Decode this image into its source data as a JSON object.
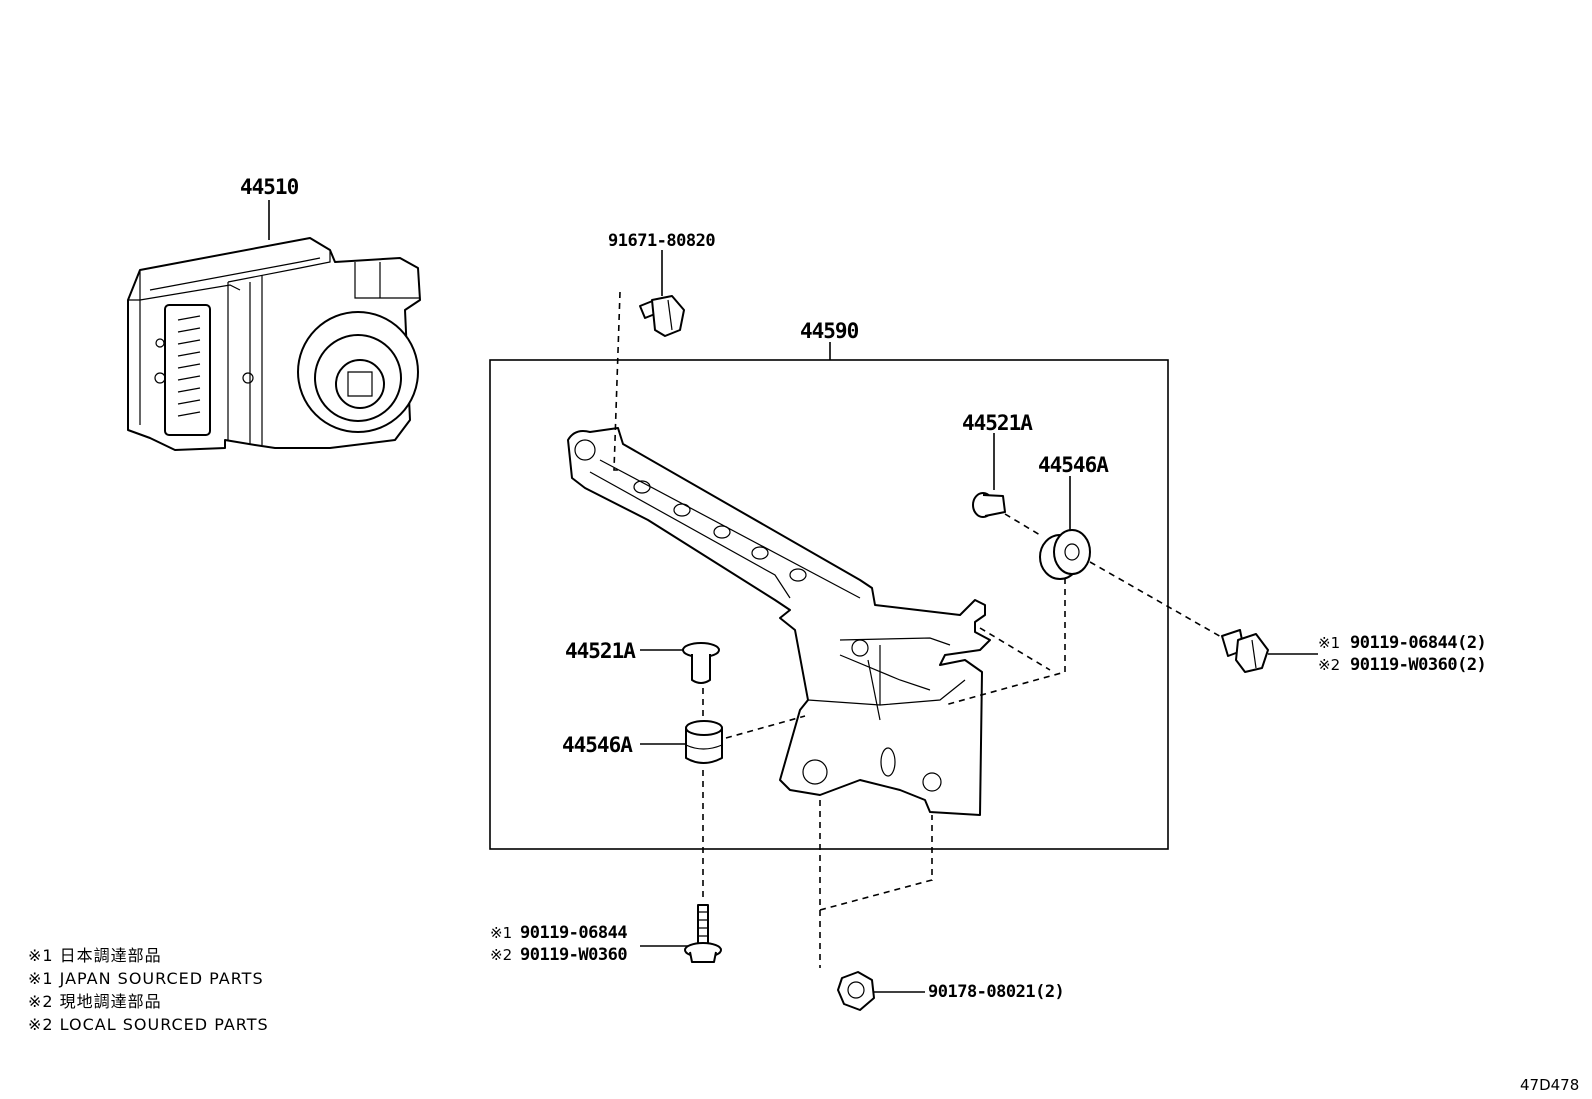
{
  "callouts": {
    "actuator": "44510",
    "bracket_assembly": "44590",
    "bolt_top": "91671-80820",
    "collar_upper": "44521A",
    "cushion_upper": "44546A",
    "collar_lower": "44521A",
    "cushion_lower": "44546A",
    "bolt_right_1": "90119-06844(2)",
    "bolt_right_2": "90119-W0360(2)",
    "bolt_bottom_1": "90119-06844",
    "bolt_bottom_2": "90119-W0360",
    "nut_bottom": "90178-08021(2)"
  },
  "markers": {
    "note1": "※1",
    "note2": "※2"
  },
  "legend": [
    "※1 日本調達部品",
    "※1 JAPAN SOURCED PARTS",
    "※2 現地調達部品",
    "※2 LOCAL SOURCED PARTS"
  ],
  "diagram_code": "47D478"
}
